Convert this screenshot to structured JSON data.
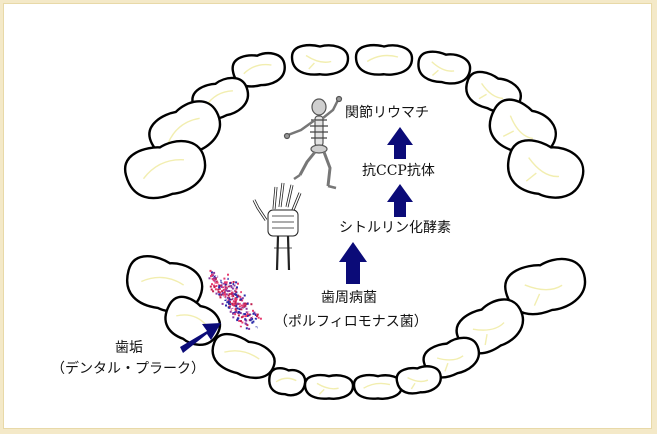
{
  "colors": {
    "background_outer": "#f4e9c8",
    "tooth_fill": "#ffffff",
    "tooth_stroke": "#000000",
    "tooth_highlight": "#f2eeb0",
    "arrow": "#0b0b78",
    "plaque_pink": "#e63b6f",
    "plaque_blue": "#2a2aa8"
  },
  "labels": {
    "rheumatoid_arthritis": "関節リウマチ",
    "anti_ccp": "抗CCP抗体",
    "citrulline_enzyme": "シトルリン化酵素",
    "periodontal_bacteria_line1": "歯周病菌",
    "periodontal_bacteria_line2": "（ポルフィロモナス菌）",
    "plaque_line1": "歯垢",
    "plaque_line2": "（デンタル・プラーク）"
  },
  "icons": {
    "skeleton": "dancing-skeleton-icon",
    "hand": "hand-bones-icon",
    "plaque": "plaque-bacteria-icon"
  }
}
